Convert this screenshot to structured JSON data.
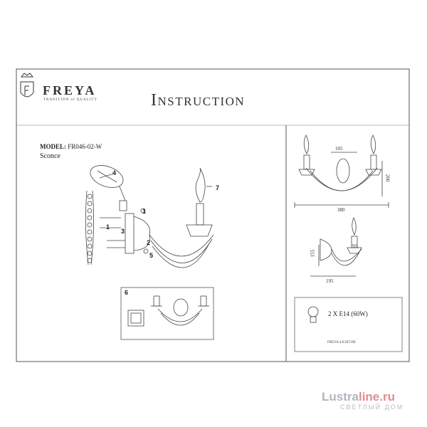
{
  "brand": {
    "name": "FREYA",
    "tagline": "TRADITION of QUALITY",
    "logo_letter": "F"
  },
  "title": "Instruction",
  "model": {
    "label": "MODEL:",
    "code": "FR046-02-W"
  },
  "product_type": "Sconce",
  "steps": {
    "s1": "1",
    "s2": "2",
    "s3": "3",
    "s4": "4",
    "s5": "5",
    "s6": "6",
    "s7": "7"
  },
  "dimensions": {
    "d105": "105",
    "d200": "200",
    "d380": "380",
    "d155": "155",
    "d95": "95",
    "d195": "195"
  },
  "bulb": {
    "spec": "2 X E14 (60W)"
  },
  "website": "FREYA-LIGHT.DE",
  "watermark": {
    "main_a": "Lustra",
    "main_b": "line.ru",
    "sub": "СВЕТЛЫЙ ДОМ"
  },
  "icons": [
    "crown-logo",
    "screwdriver-icon",
    "bulb-icon"
  ]
}
